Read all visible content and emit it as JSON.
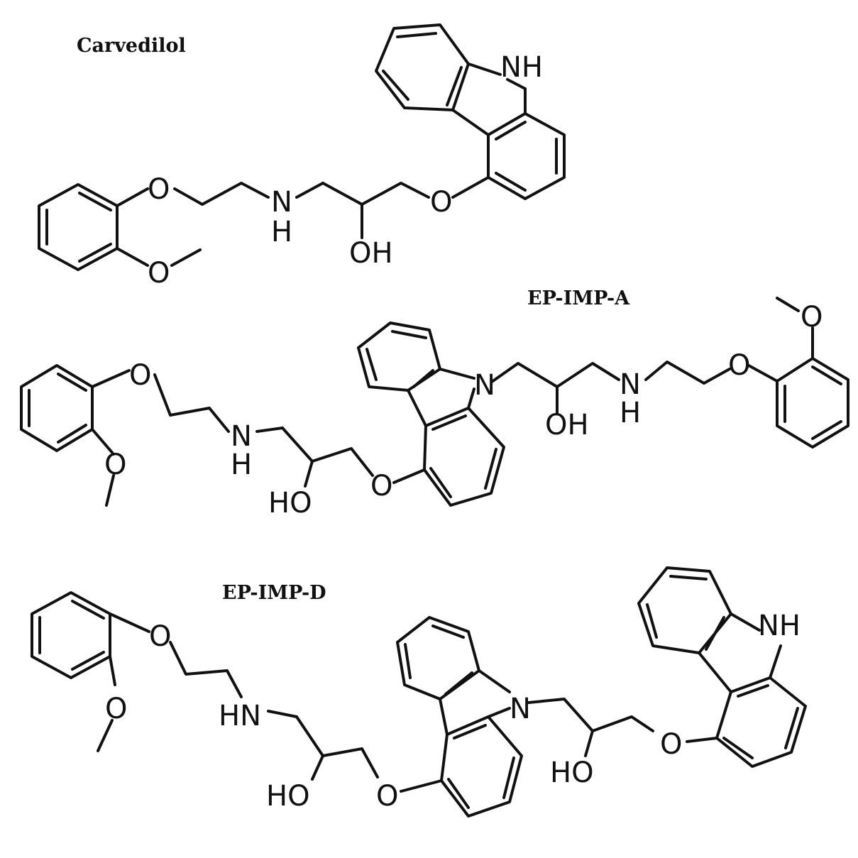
{
  "figure": {
    "titles": {
      "carvedilol": "Carvedilol",
      "imp_a": "EP-IMP-A",
      "imp_d": "EP-IMP-D"
    },
    "atom_labels": {
      "NH": "NH",
      "N": "N",
      "H": "H",
      "O": "O",
      "OH": "OH",
      "HO": "HO",
      "HN": "HN"
    }
  }
}
